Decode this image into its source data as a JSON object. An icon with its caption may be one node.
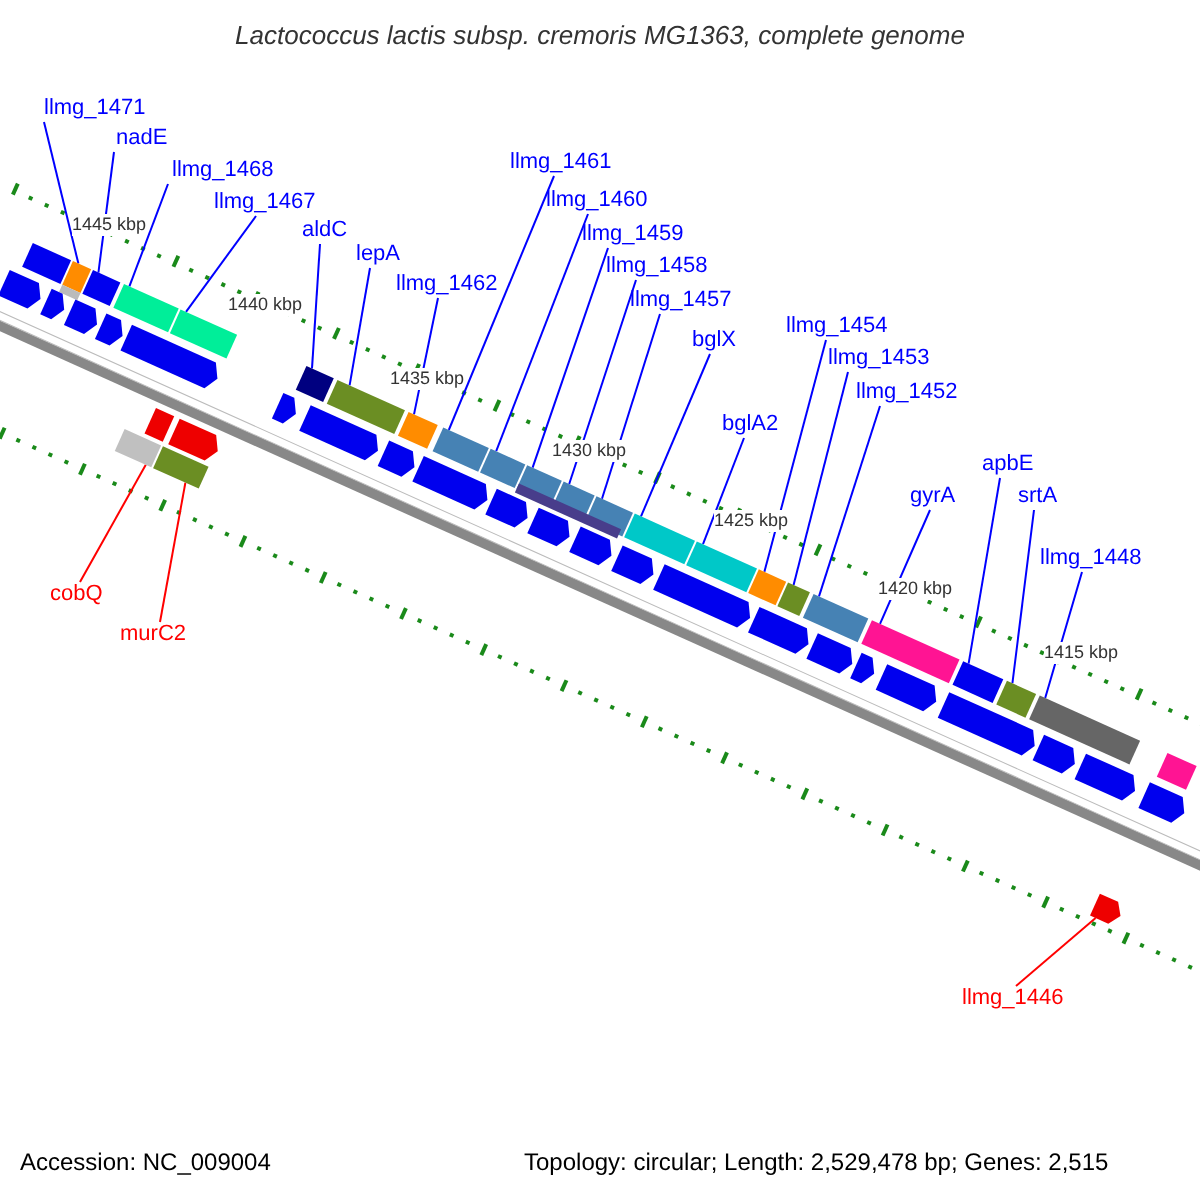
{
  "diagram": {
    "title": "Lactococcus lactis subsp. cremoris MG1363, complete genome",
    "nodes": [
      {
        "text": [
          "llmg_1471"
        ]
      },
      {
        "text": [
          "nadE"
        ]
      },
      {
        "text": [
          "llmg_1468"
        ]
      },
      {
        "text": [
          "llmg_1467"
        ]
      },
      {
        "text": [
          "aldC"
        ]
      },
      {
        "text": [
          "lepA"
        ]
      },
      {
        "text": [
          "llmg_1462"
        ]
      },
      {
        "text": [
          "llmg_1461"
        ]
      },
      {
        "text": [
          "llmg_1460"
        ]
      },
      {
        "text": [
          "llmg_1459"
        ]
      },
      {
        "text": [
          "llmg_1458"
        ]
      },
      {
        "text": [
          "llmg_1457"
        ]
      },
      {
        "text": [
          "bglX"
        ]
      },
      {
        "text": [
          "bglA2"
        ]
      },
      {
        "text": [
          "llmg_1454"
        ]
      },
      {
        "text": [
          "llmg_1453"
        ]
      },
      {
        "text": [
          "llmg_1452"
        ]
      },
      {
        "text": [
          "gyrA"
        ]
      },
      {
        "text": [
          "apbE"
        ]
      },
      {
        "text": [
          "srtA"
        ]
      },
      {
        "text": [
          "llmg_1448"
        ]
      },
      {
        "text": [
          "cobQ"
        ]
      },
      {
        "text": [
          "murC2"
        ]
      },
      {
        "text": [
          "llmg_1446"
        ]
      },
      {
        "text": [],
        "shape": "box"
      },
      {
        "text": [],
        "shape": "box"
      },
      {
        "text": [],
        "shape": "box"
      },
      {
        "text": [],
        "shape": "box"
      },
      {
        "text": [],
        "shape": "box"
      },
      {
        "text": [],
        "shape": "box"
      },
      {
        "text": [],
        "shape": "box"
      },
      {
        "text": [],
        "shape": "box"
      },
      {
        "text": [],
        "shape": "box"
      },
      {
        "text": [],
        "shape": "box"
      },
      {
        "text": [],
        "shape": "box"
      },
      {
        "text": [],
        "shape": "box"
      },
      {
        "text": [],
        "shape": "box"
      },
      {
        "text": [],
        "shape": "box"
      },
      {
        "text": [],
        "shape": "box"
      },
      {
        "text": [],
        "shape": "box"
      },
      {
        "text": [],
        "shape": "box"
      },
      {
        "text": [],
        "shape": "box"
      },
      {
        "text": [],
        "shape": "box"
      },
      {
        "text": [],
        "shape": "box"
      },
      {
        "text": [],
        "shape": "box"
      },
      {
        "text": [],
        "shape": "box"
      },
      {
        "text": [],
        "shape": "box"
      },
      {
        "text": [],
        "shape": "arrow"
      },
      {
        "text": [],
        "shape": "box"
      },
      {
        "text": [],
        "shape": "box"
      },
      {
        "text": [],
        "shape": "box"
      },
      {
        "text": [],
        "shape": "box"
      },
      {
        "text": [],
        "shape": "arrow"
      },
      {
        "text": [],
        "shape": "arrow"
      },
      {
        "text": [],
        "shape": "arrow"
      },
      {
        "text": [],
        "shape": "arrow"
      },
      {
        "text": [],
        "shape": "arrow"
      },
      {
        "text": [],
        "shape": "arrow"
      },
      {
        "text": [],
        "shape": "arrow"
      },
      {
        "text": [],
        "shape": "arrow"
      },
      {
        "text": [],
        "shape": "arrow"
      },
      {
        "text": [],
        "shape": "arrow"
      },
      {
        "text": [],
        "shape": "arrow"
      },
      {
        "text": [],
        "shape": "arrow"
      },
      {
        "text": [],
        "shape": "arrow"
      },
      {
        "text": [],
        "shape": "arrow"
      },
      {
        "text": [],
        "shape": "arrow"
      },
      {
        "text": [],
        "shape": "arrow"
      },
      {
        "text": [],
        "shape": "arrow"
      },
      {
        "text": [],
        "shape": "arrow"
      },
      {
        "text": [],
        "shape": "arrow"
      },
      {
        "text": [],
        "shape": "arrow"
      },
      {
        "text": [],
        "shape": "arrow"
      },
      {
        "text": [],
        "shape": "arrow"
      },
      {
        "text": [],
        "shape": "box"
      },
      {
        "text": [],
        "shape": "arrow"
      }
    ],
    "edges": [
      {
        "from": 0,
        "to": 24,
        "arrow": "none"
      },
      {
        "from": 1,
        "to": 25,
        "arrow": "none"
      },
      {
        "from": 2,
        "to": 26,
        "arrow": "none"
      },
      {
        "from": 3,
        "to": 27,
        "arrow": "none"
      },
      {
        "from": 4,
        "to": 28,
        "arrow": "none"
      },
      {
        "from": 5,
        "to": 29,
        "arrow": "none"
      },
      {
        "from": 6,
        "to": 30,
        "arrow": "none"
      },
      {
        "from": 7,
        "to": 31,
        "arrow": "none"
      },
      {
        "from": 8,
        "to": 32,
        "arrow": "none"
      },
      {
        "from": 9,
        "to": 33,
        "arrow": "none"
      },
      {
        "from": 10,
        "to": 34,
        "arrow": "none"
      },
      {
        "from": 11,
        "to": 35,
        "arrow": "none"
      },
      {
        "from": 12,
        "to": 36,
        "arrow": "none"
      },
      {
        "from": 13,
        "to": 37,
        "arrow": "none"
      },
      {
        "from": 14,
        "to": 38,
        "arrow": "none"
      },
      {
        "from": 15,
        "to": 39,
        "arrow": "none"
      },
      {
        "from": 16,
        "to": 40,
        "arrow": "none"
      },
      {
        "from": 17,
        "to": 41,
        "arrow": "none"
      },
      {
        "from": 18,
        "to": 42,
        "arrow": "none"
      },
      {
        "from": 19,
        "to": 43,
        "arrow": "none"
      },
      {
        "from": 20,
        "to": 44,
        "arrow": "none"
      },
      {
        "from": 21,
        "to": 45,
        "arrow": "none",
        "color": "#ff0000"
      },
      {
        "from": 22,
        "to": 46,
        "arrow": "none",
        "color": "#ff0000"
      },
      {
        "from": 23,
        "to": 47,
        "arrow": "none",
        "color": "#ff0000"
      }
    ],
    "labels": [
      "1445 kbp",
      "1440 kbp",
      "1435 kbp",
      "1430 kbp",
      "1425 kbp",
      "1420 kbp",
      "1415 kbp",
      "Accession: NC_009004",
      "Topology: circular; Length: 2,529,478 bp; Genes: 2,515"
    ]
  }
}
